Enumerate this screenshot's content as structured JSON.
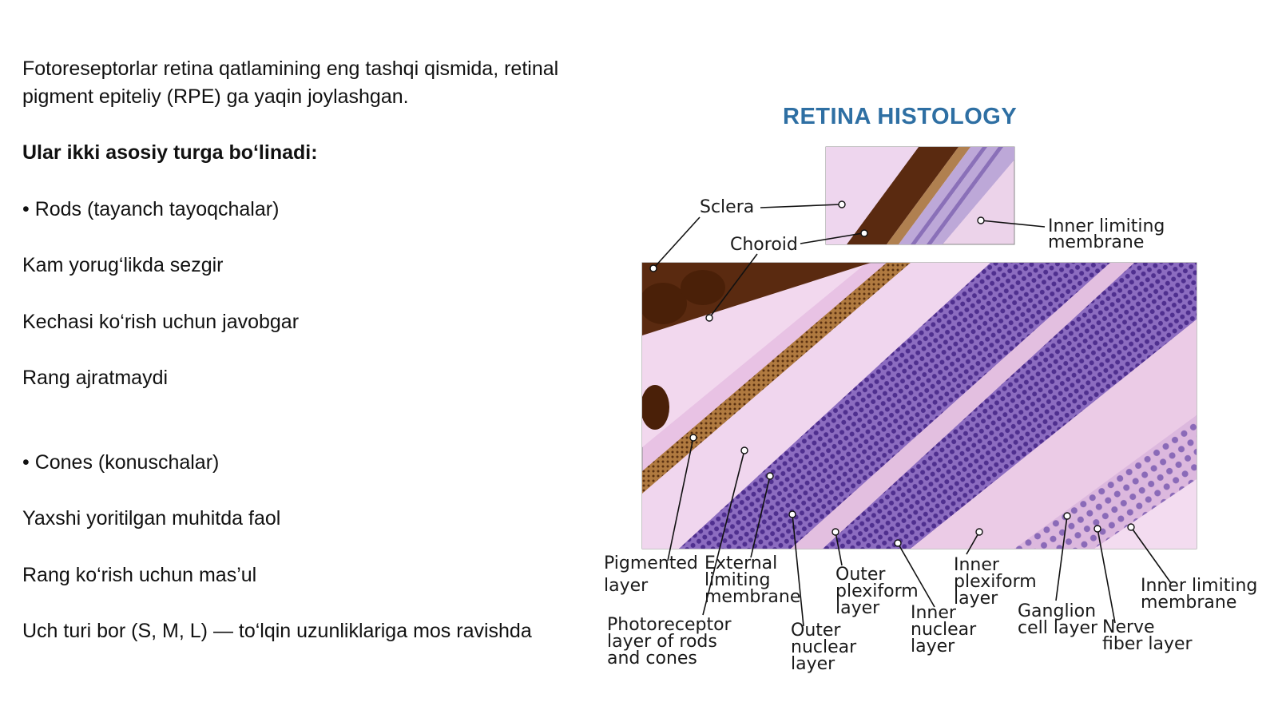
{
  "text": {
    "intro_line1": "Fotoreseptorlar retina qatlamining eng tashqi qismida, retinal",
    "intro_line2": "pigment epiteliy (RPE) ga yaqin joylashgan.",
    "heading": "Ular ikki asosiy turga bo‘linadi:",
    "rods_title": "• Rods (tayanch tayoqchalar)",
    "rods_1": "Kam yorug‘likda sezgir",
    "rods_2": "Kechasi ko‘rish uchun javobgar",
    "rods_3": "Rang ajratmaydi",
    "cones_title": "• Cones (konuschalar)",
    "cones_1": "Yaxshi yoritilgan muhitda faol",
    "cones_2": "Rang ko‘rish uchun mas’ul",
    "cones_3": "Uch turi bor (S, M, L) — to‘lqin uzunliklariga mos ravishda"
  },
  "figure": {
    "title": "RETINA HISTOLOGY",
    "labels": {
      "sclera": "Sclera",
      "choroid": "Choroid",
      "ilm_top_1": "Inner limiting",
      "ilm_top_2": "membrane",
      "pigmented_1": "Pigmented",
      "pigmented_2": "layer",
      "elm_1": "External",
      "elm_2": "limiting",
      "elm_3": "membrane",
      "photo_1": "Photoreceptor",
      "photo_2": "layer of rods",
      "photo_3": "and cones",
      "onl_1": "Outer",
      "onl_2": "nuclear",
      "onl_3": "layer",
      "opl_1": "Outer",
      "opl_2": "plexiform",
      "opl_3": "layer",
      "inl_1": "Inner",
      "inl_2": "nuclear",
      "inl_3": "layer",
      "ipl_1": "Inner",
      "ipl_2": "plexiform",
      "ipl_3": "layer",
      "gcl_1": "Ganglion",
      "gcl_2": "cell layer",
      "nfl_1": "Nerve",
      "nfl_2": "fiber layer",
      "ilm_1": "Inner limiting",
      "ilm_2": "membrane"
    },
    "colors": {
      "title": "#2e6fa3",
      "tissue_pink": "#e7bde0",
      "nuclei_purple": "#6a4aa8",
      "pigment_brown": "#5a2a10"
    }
  }
}
